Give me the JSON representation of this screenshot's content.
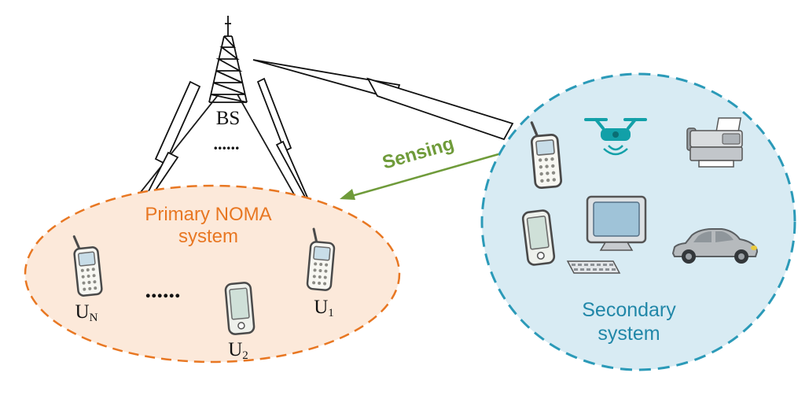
{
  "labels": {
    "bs": "BS",
    "bs_dots": "......",
    "primary_line1": "Primary NOMA",
    "primary_line2": "system",
    "users_dots": "......",
    "sensing": "Sensing",
    "secondary_line1": "Secondary",
    "secondary_line2": "system"
  },
  "users": [
    {
      "base": "U",
      "sub": "N"
    },
    {
      "base": "U",
      "sub": "2"
    },
    {
      "base": "U",
      "sub": "1"
    }
  ],
  "colors": {
    "primary_stroke": "#e87722",
    "primary_fill": "#fce9da",
    "primary_text": "#e87722",
    "secondary_stroke": "#2b9ab8",
    "secondary_fill": "#d8ebf3",
    "secondary_text": "#2187a8",
    "sensing_green": "#6f9b3a",
    "line_black": "#1a1a1a",
    "drone_teal": "#12a0a8"
  },
  "icons": {
    "base_station": "bs-tower-icon",
    "primary_users": [
      "cellphone-icon",
      "pda-icon",
      "cellphone-icon"
    ],
    "secondary_devices": [
      "cellphone-icon",
      "drone-icon",
      "fax-machine-icon",
      "pda-icon",
      "desktop-computer-icon",
      "keyboard-icon",
      "car-icon"
    ]
  }
}
